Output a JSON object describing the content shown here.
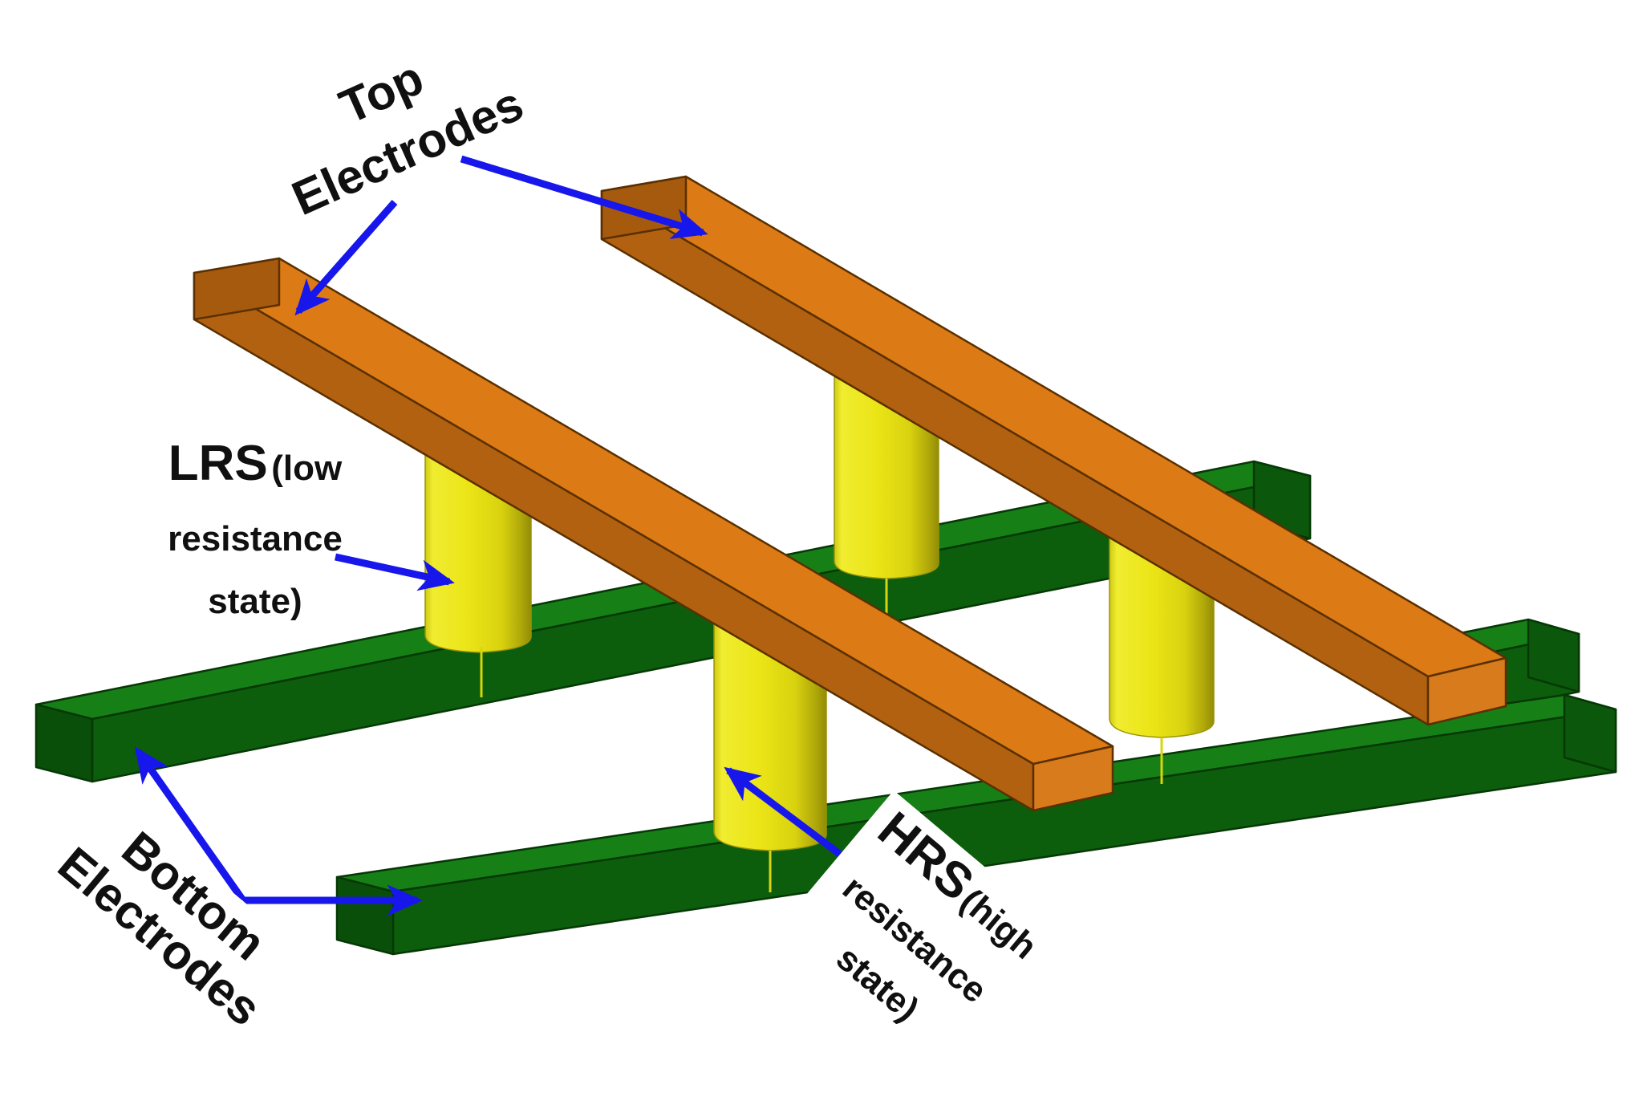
{
  "colors": {
    "background": "#FFFFFF",
    "orange_top": "#DC7A16",
    "orange_front": "#B26110",
    "orange_cap_left": "#A65A0D",
    "orange_cap_right": "#D87B1C",
    "green_top": "#168016",
    "green_front": "#0C5E0C",
    "green_cap_left": "#094F09",
    "green_cap_right": "#0B570B",
    "yellow_main": "#EBE517",
    "arrow_blue": "#1717EC",
    "text_black": "#101010"
  },
  "labels": {
    "top_electrodes": {
      "line1": "Top",
      "line2": "Electrodes"
    },
    "lrs": {
      "abbr": "LRS",
      "qualifier": "(low",
      "line2": "resistance",
      "line3": "state)"
    },
    "hrs": {
      "abbr": "HRS",
      "qualifier": "(high",
      "line2": "resistance",
      "line3": "state)"
    },
    "bottom_electrodes": {
      "line1": "Bottom",
      "line2": "Electrodes"
    }
  },
  "scene": {
    "top_electrodes": 2,
    "bottom_electrodes": 3,
    "memristor_pillars": 4
  }
}
